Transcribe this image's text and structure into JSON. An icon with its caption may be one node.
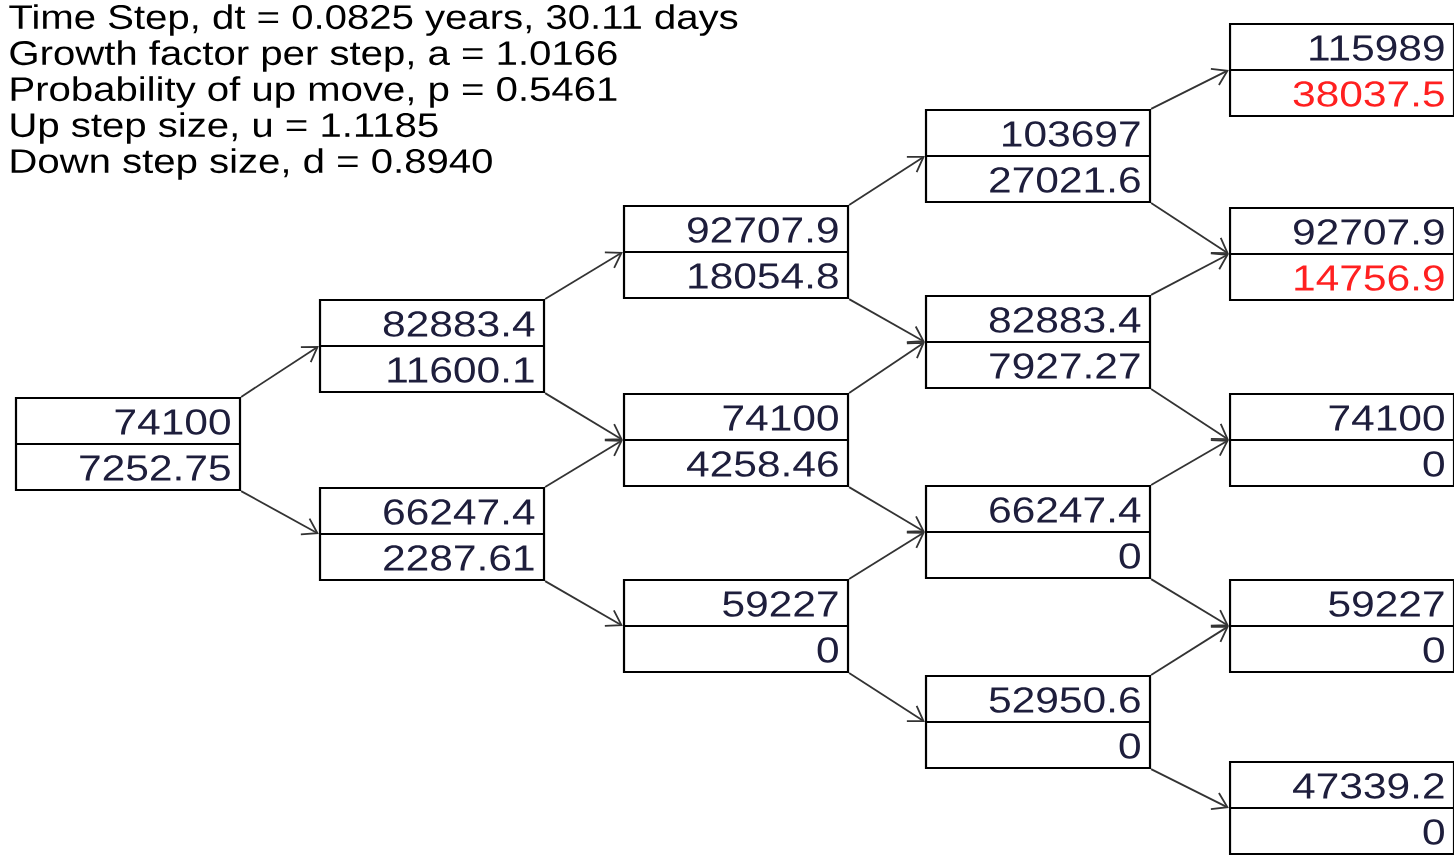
{
  "diagram": {
    "nodes": [
      {
        "text": [
          "74100",
          "7252.75"
        ]
      },
      {
        "text": [
          "82883.4",
          "11600.1"
        ]
      },
      {
        "text": [
          "66247.4",
          "2287.61"
        ]
      },
      {
        "text": [
          "92707.9",
          "18054.8"
        ]
      },
      {
        "text": [
          "74100",
          "4258.46"
        ]
      },
      {
        "text": [
          "59227",
          "0"
        ]
      },
      {
        "text": [
          "103697",
          "27021.6"
        ]
      },
      {
        "text": [
          "82883.4",
          "7927.27"
        ]
      },
      {
        "text": [
          "66247.4",
          "0"
        ]
      },
      {
        "text": [
          "52950.6",
          "0"
        ]
      },
      {
        "text": [
          "115989",
          "38037.5"
        ]
      },
      {
        "text": [
          "92707.9",
          "14756.9"
        ]
      },
      {
        "text": [
          "74100",
          "0"
        ]
      },
      {
        "text": [
          "59227",
          "0"
        ]
      },
      {
        "text": [
          "47339.2",
          "0"
        ]
      }
    ],
    "edges": [
      {
        "from": 0,
        "to": 1,
        "arrow": "to"
      },
      {
        "from": 0,
        "to": 2,
        "arrow": "to"
      },
      {
        "from": 1,
        "to": 3,
        "arrow": "to"
      },
      {
        "from": 1,
        "to": 4,
        "arrow": "to"
      },
      {
        "from": 2,
        "to": 4,
        "arrow": "to"
      },
      {
        "from": 2,
        "to": 5,
        "arrow": "to"
      },
      {
        "from": 3,
        "to": 6,
        "arrow": "to"
      },
      {
        "from": 3,
        "to": 7,
        "arrow": "to"
      },
      {
        "from": 4,
        "to": 7,
        "arrow": "to"
      },
      {
        "from": 4,
        "to": 8,
        "arrow": "to"
      },
      {
        "from": 5,
        "to": 8,
        "arrow": "to"
      },
      {
        "from": 5,
        "to": 9,
        "arrow": "to"
      },
      {
        "from": 6,
        "to": 10,
        "arrow": "to"
      },
      {
        "from": 6,
        "to": 11,
        "arrow": "to"
      },
      {
        "from": 7,
        "to": 11,
        "arrow": "to"
      },
      {
        "from": 7,
        "to": 12,
        "arrow": "to"
      },
      {
        "from": 8,
        "to": 12,
        "arrow": "to"
      },
      {
        "from": 8,
        "to": 13,
        "arrow": "to"
      },
      {
        "from": 9,
        "to": 13,
        "arrow": "to"
      },
      {
        "from": 9,
        "to": 14,
        "arrow": "to"
      }
    ],
    "labels": [
      "Time Step, dt = 0.0825 years, 30.11 days",
      "Growth factor per step, a = 1.0166",
      "Probability of up move, p = 0.5461",
      "Up step size, u = 1.1185",
      "Down step size, d = 0.8940"
    ]
  }
}
